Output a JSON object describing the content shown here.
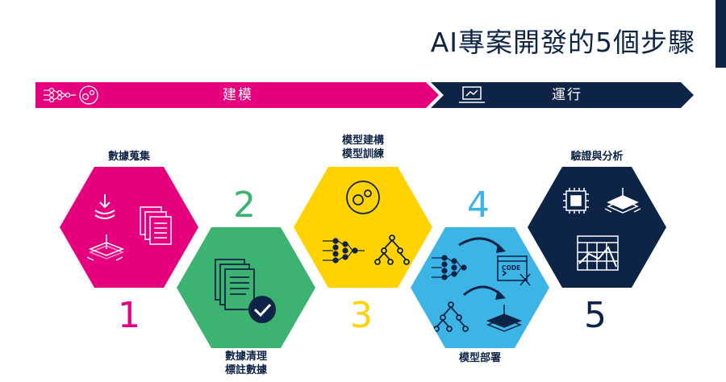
{
  "title": "AI專案開發的5個步驟",
  "banner": {
    "build_label": "建模",
    "run_label": "運行",
    "build_color": "#e6007e",
    "run_color": "#0d2447"
  },
  "steps": [
    {
      "number": "1",
      "lines": [
        "數據蒐集"
      ],
      "color": "#e6007e",
      "number_color": "#e6007e"
    },
    {
      "number": "2",
      "lines": [
        "數據清理",
        "標註數據"
      ],
      "color": "#3cb371",
      "number_color": "#3cb371"
    },
    {
      "number": "3",
      "lines": [
        "模型建構",
        "模型訓練"
      ],
      "color": "#ffd200",
      "number_color": "#ffd200"
    },
    {
      "number": "4",
      "lines": [
        "模型部署"
      ],
      "color": "#3cb4e5",
      "number_color": "#3cb4e5"
    },
    {
      "number": "5",
      "lines": [
        "驗證與分析"
      ],
      "color": "#0d2447",
      "number_color": "#0d2447"
    }
  ],
  "icons": {
    "banner_left": [
      "neural-network-icon",
      "gears-circle-icon"
    ],
    "banner_right": [
      "laptop-icon"
    ],
    "step1": [
      "download-icon",
      "documents-icon",
      "chip-board-icon"
    ],
    "step2": [
      "documents-check-icon"
    ],
    "step3": [
      "gears-circle-icon",
      "neural-network-icon",
      "tree-graph-icon"
    ],
    "step4": [
      "neural-network-icon",
      "code-window-icon",
      "tree-graph-icon",
      "chip-board-icon"
    ],
    "step5": [
      "processor-chip-icon",
      "chip-board-icon",
      "chart-icon"
    ]
  }
}
